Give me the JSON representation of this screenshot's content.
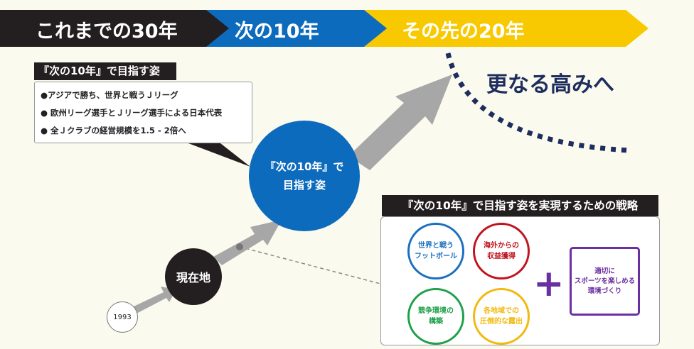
{
  "timeline": {
    "past": "これまでの30年",
    "next": "次の10年",
    "future": "その先の20年"
  },
  "higher": "更なる高みへ",
  "goals": {
    "title": "『次の10年』で目指す姿",
    "items": [
      "●アジアで勝ち、世界と戦うＪリーグ",
      "● 欧州リーグ選手とＪリーグ選手による日本代表",
      "● 全Ｊクラブの経営規模を1.5 - 2倍へ"
    ]
  },
  "main_circle": {
    "line1": "『次の10年』で",
    "line2": "目指す姿"
  },
  "current": "現在地",
  "start_year": "1993",
  "strategy": {
    "title": "『次の10年』で目指す姿を実現するための戦略",
    "circles": [
      {
        "line1": "世界と戦う",
        "line2": "フットボール",
        "color": "#1a6fc0"
      },
      {
        "line1": "海外からの",
        "line2": "収益獲得",
        "color": "#c0141e"
      },
      {
        "line1": "競争環境の",
        "line2": "構築",
        "color": "#1fa14a"
      },
      {
        "line1": "各地域での",
        "line2": "圧倒的な露出",
        "color": "#f2b90f"
      }
    ],
    "plus": "+",
    "box": {
      "line1": "適切に",
      "line2": "スポーツを楽しめる",
      "line3": "環境づくり",
      "color": "#6a2fa0"
    }
  }
}
